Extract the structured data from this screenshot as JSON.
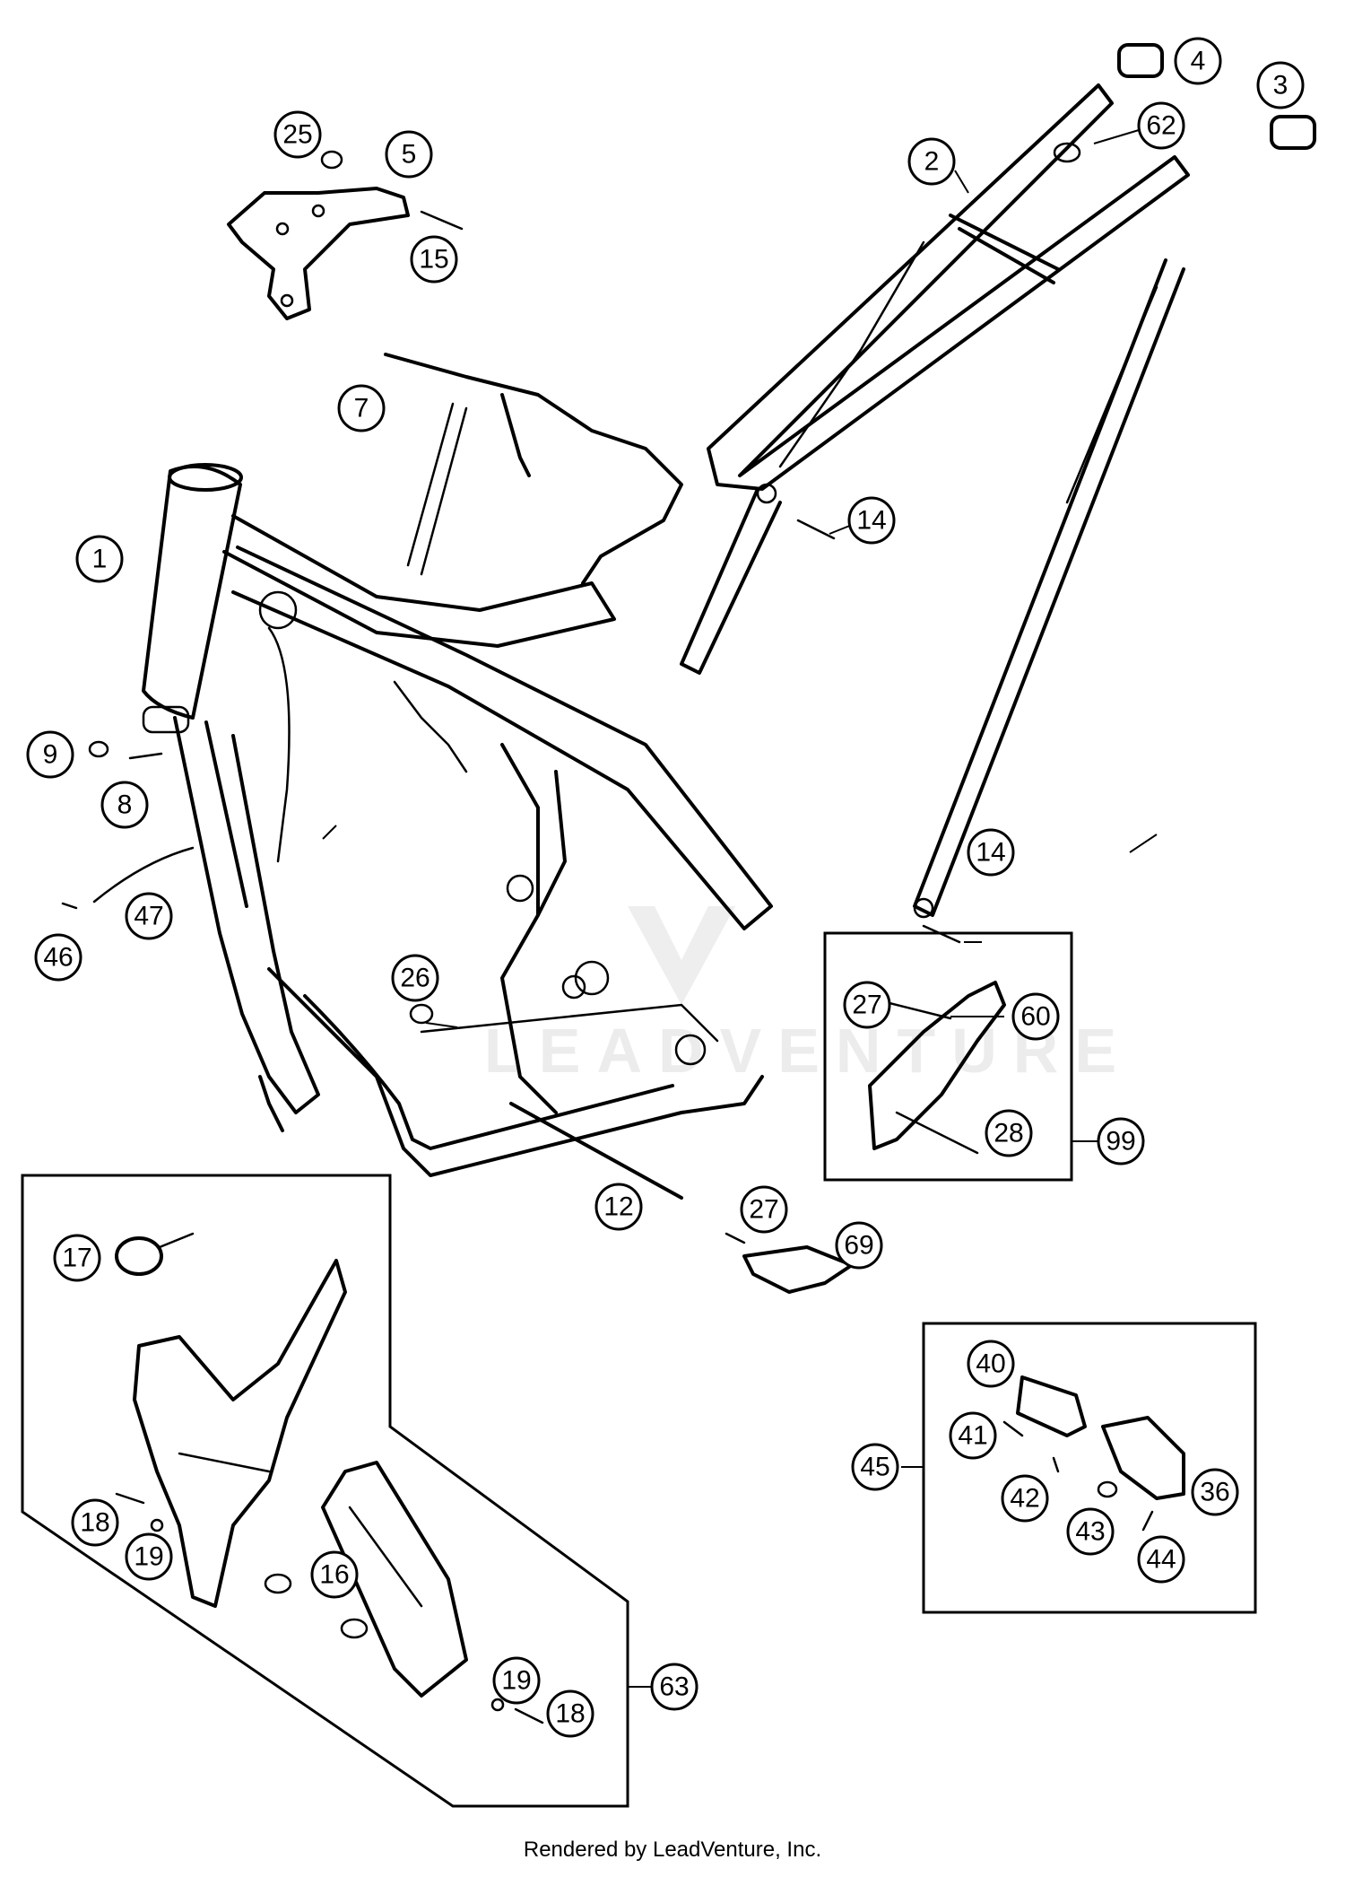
{
  "footer_text": "Rendered by LeadVenture, Inc.",
  "watermark_text": "LEADVENTURE",
  "callouts": [
    {
      "id": "c1",
      "label": "1"
    },
    {
      "id": "c2",
      "label": "2"
    },
    {
      "id": "c3",
      "label": "3"
    },
    {
      "id": "c4",
      "label": "4"
    },
    {
      "id": "c5",
      "label": "5"
    },
    {
      "id": "c62",
      "label": "62"
    },
    {
      "id": "c25",
      "label": "25"
    },
    {
      "id": "c15",
      "label": "15"
    },
    {
      "id": "c7",
      "label": "7"
    },
    {
      "id": "c14a",
      "label": "14"
    },
    {
      "id": "c14b",
      "label": "14"
    },
    {
      "id": "c9",
      "label": "9"
    },
    {
      "id": "c8",
      "label": "8"
    },
    {
      "id": "c47",
      "label": "47"
    },
    {
      "id": "c46",
      "label": "46"
    },
    {
      "id": "c26",
      "label": "26"
    },
    {
      "id": "c27a",
      "label": "27"
    },
    {
      "id": "c60",
      "label": "60"
    },
    {
      "id": "c28",
      "label": "28"
    },
    {
      "id": "c99",
      "label": "99"
    },
    {
      "id": "c12",
      "label": "12"
    },
    {
      "id": "c27b",
      "label": "27"
    },
    {
      "id": "c69",
      "label": "69"
    },
    {
      "id": "c17",
      "label": "17"
    },
    {
      "id": "c18a",
      "label": "18"
    },
    {
      "id": "c19a",
      "label": "19"
    },
    {
      "id": "c16",
      "label": "16"
    },
    {
      "id": "c19b",
      "label": "19"
    },
    {
      "id": "c18b",
      "label": "18"
    },
    {
      "id": "c63",
      "label": "63"
    },
    {
      "id": "c40",
      "label": "40"
    },
    {
      "id": "c41",
      "label": "41"
    },
    {
      "id": "c42",
      "label": "42"
    },
    {
      "id": "c43",
      "label": "43"
    },
    {
      "id": "c44",
      "label": "44"
    },
    {
      "id": "c36",
      "label": "36"
    },
    {
      "id": "c45",
      "label": "45"
    }
  ]
}
